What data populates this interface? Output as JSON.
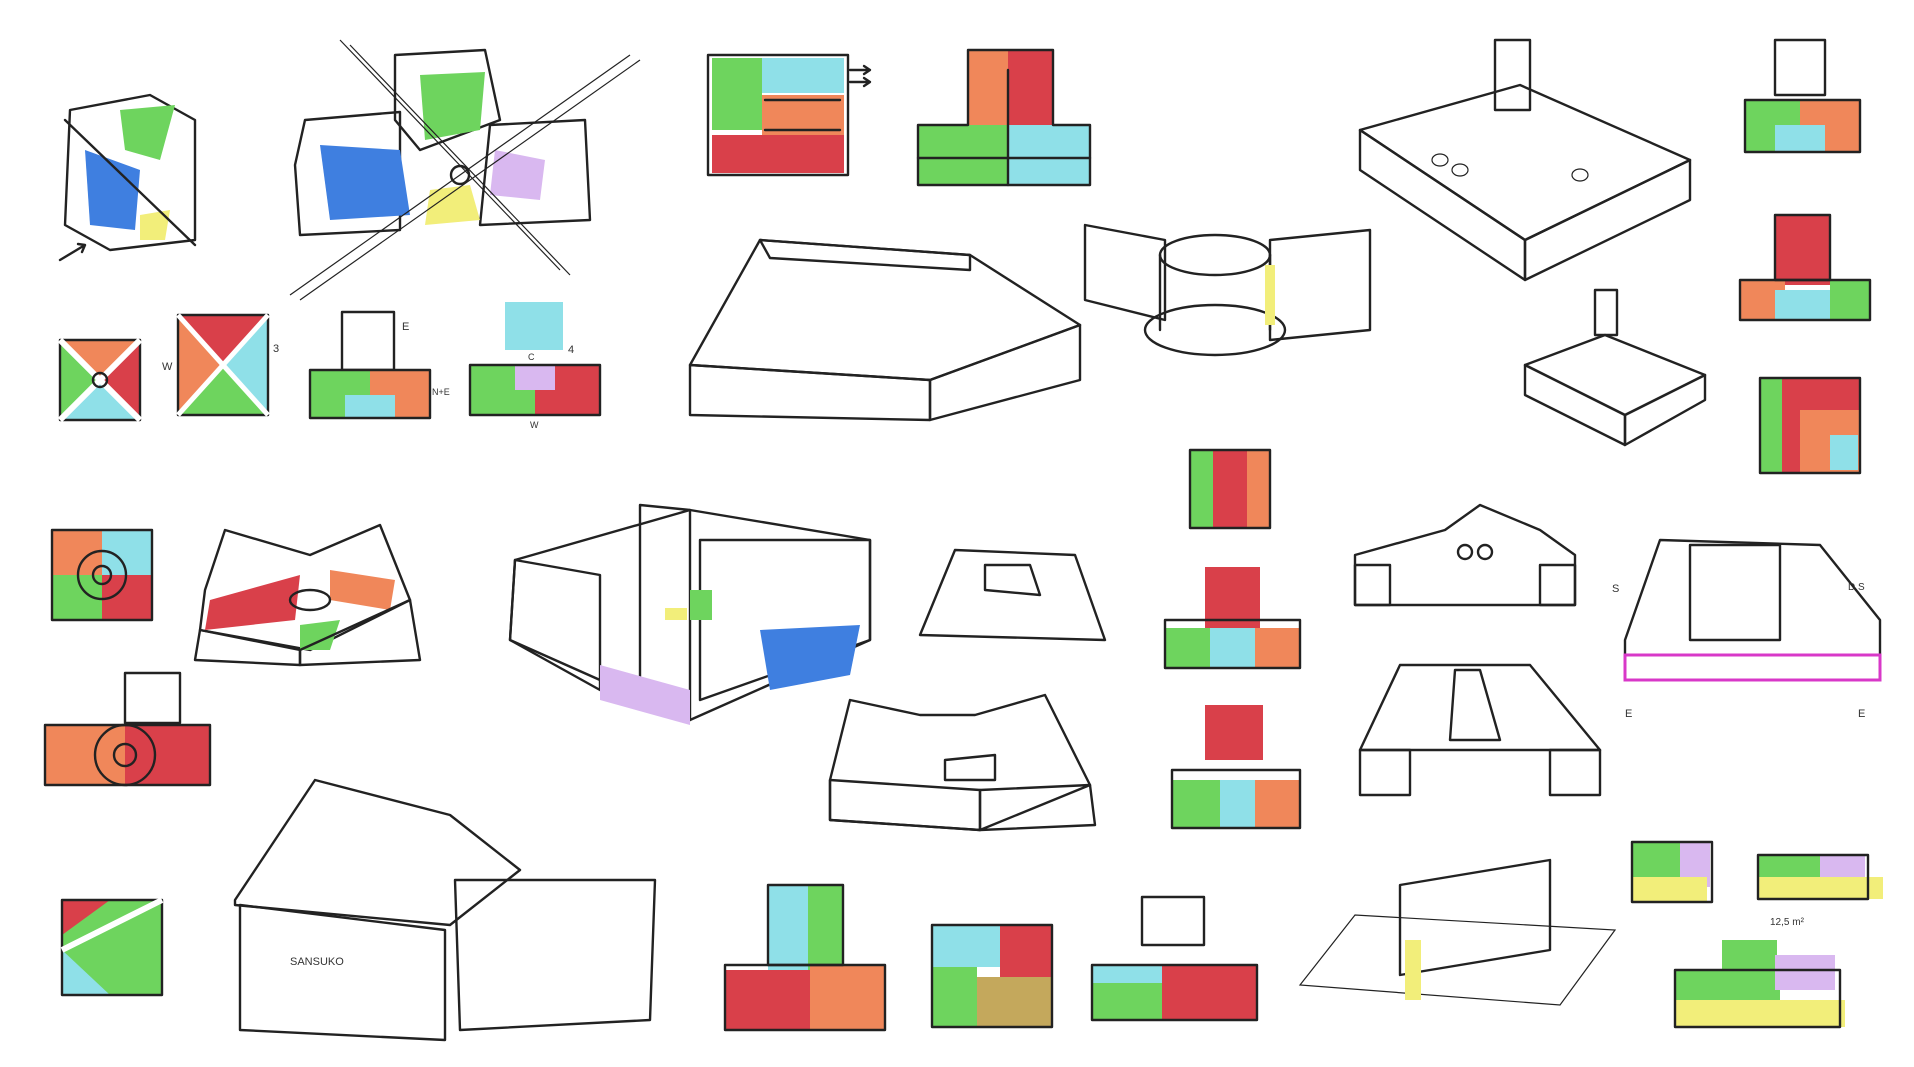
{
  "sheet": {
    "background": "#ffffff",
    "ink": "#222222"
  },
  "palette": {
    "red": "#d9404a",
    "green": "#6ed45e",
    "orange": "#f0875a",
    "cyan": "#8fe0e8",
    "blue": "#3f7fe0",
    "violet": "#d9b8f0",
    "yellow": "#f2ee7a",
    "magenta": "#d838c8",
    "olive": "#c4a85c"
  },
  "icons": {
    "hatch": "hatch-pattern-icon",
    "arrow": "arrow-icon",
    "tree": "tree-icon"
  },
  "annotations": {
    "circled_3": "3",
    "circled_4": "4",
    "w_left": "W",
    "w_bottom": "W",
    "c_top": "C",
    "e_label": "E",
    "ne_label": "N+E",
    "s_label": "S",
    "ds_label": "D S",
    "entry_left": "E",
    "entry_right": "E",
    "area_note": "12,5 m²",
    "signboard": "SANSUKO"
  }
}
